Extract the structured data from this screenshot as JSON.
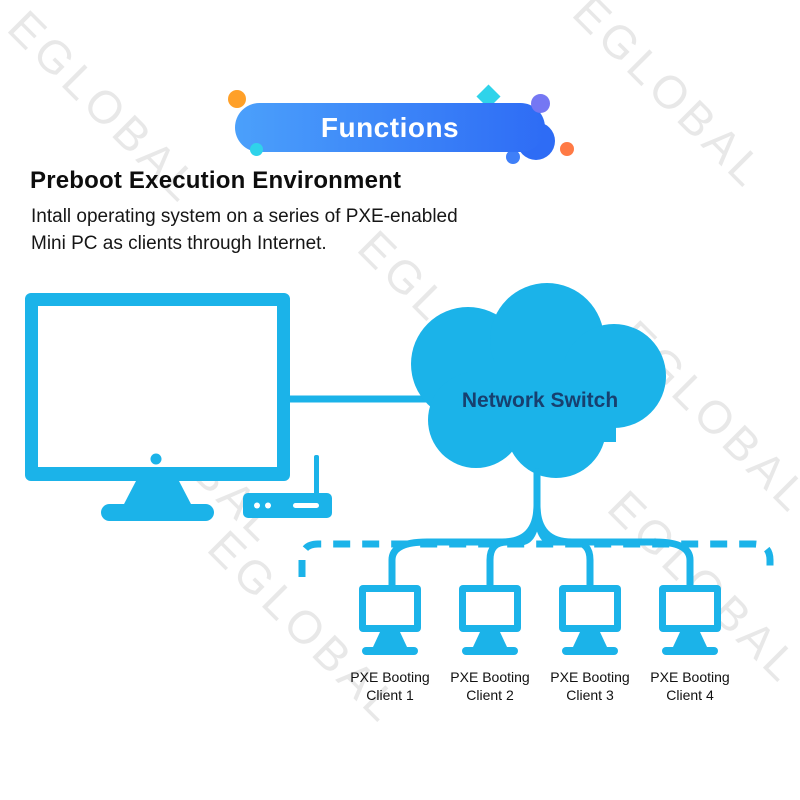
{
  "watermark": "EGLOBAL",
  "banner": {
    "label": "Functions"
  },
  "heading": "Preboot Execution Environment",
  "description": {
    "line1": "Intall operating system on a series of PXE-enabled",
    "line2": "Mini PC as clients through Internet."
  },
  "diagram": {
    "cloud_label": "Network Switch",
    "clients": [
      {
        "line1": "PXE Booting",
        "line2": "Client 1"
      },
      {
        "line1": "PXE Booting",
        "line2": "Client 2"
      },
      {
        "line1": "PXE Booting",
        "line2": "Client 3"
      },
      {
        "line1": "PXE Booting",
        "line2": "Client 4"
      }
    ]
  },
  "colors": {
    "diagram": "#1BB3E9",
    "banner-start": "#4BA0FB",
    "banner-end": "#2E6CF5",
    "cloud-text": "#17406F",
    "watermark": "#E8E8E8",
    "decor-orange": "#FFA028",
    "decor-cyan": "#2FD3EA",
    "decor-violet": "#7577F3",
    "decor-red": "#FF7A45"
  }
}
